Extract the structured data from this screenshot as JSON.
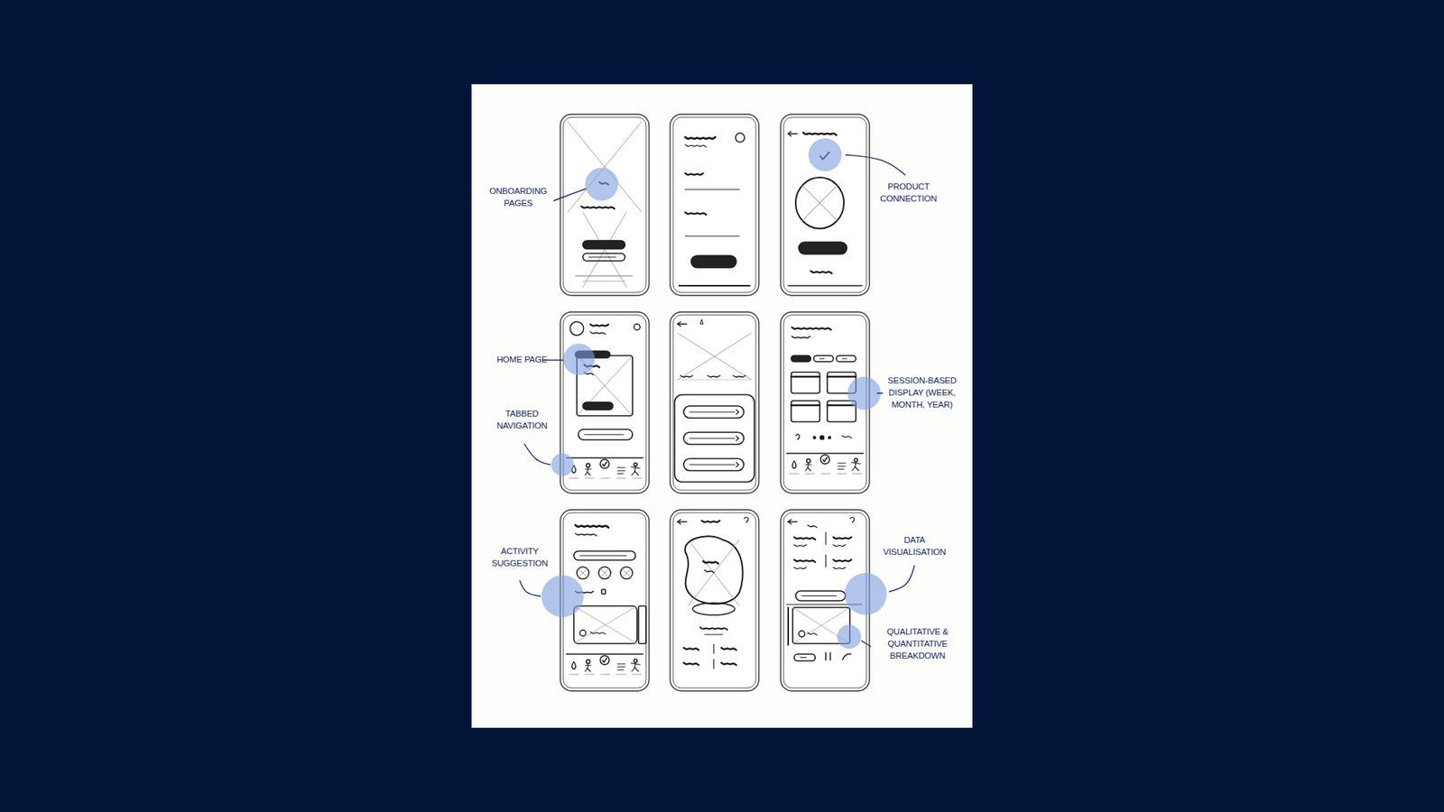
{
  "diagram": {
    "labels": [
      "ONBOARDING PAGES",
      "PRODUCT CONNECTION",
      "HOME PAGE",
      "TABBED NAVIGATION",
      "SESSION-BASED DISPLAY (WEEK, MONTH, YEAR)",
      "ACTIVITY SUGGESTION",
      "DATA VISUALISATION",
      "QUALITATIVE & QUANTITATIVE BREAKDOWN"
    ]
  }
}
